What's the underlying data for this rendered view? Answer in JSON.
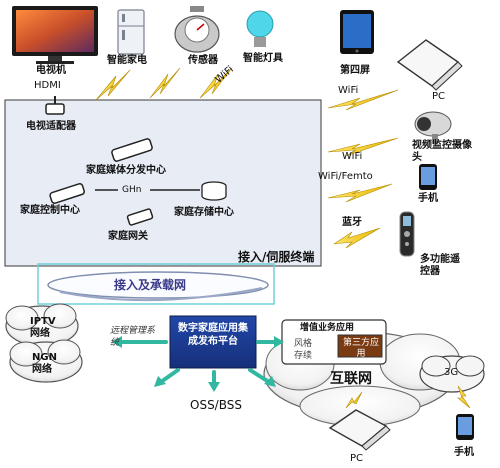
{
  "top_devices": {
    "tv": "电视机",
    "hdmi": "HDMI",
    "smart_appliance": "智能家电",
    "sensor": "传感器",
    "smart_light": "智能灯具",
    "wifi_top": "WiFi"
  },
  "terminal_box": {
    "tv_adapter": "电视适配器",
    "media_center": "家庭媒体分发中心",
    "control_center": "家庭控制中心",
    "ghn": "GHn",
    "storage_center": "家庭存储中心",
    "gateway": "家庭网关",
    "title": "接入/伺服终端"
  },
  "right_devices": {
    "fourth_screen": "第四屏",
    "wifi1": "WiFi",
    "pc_top": "PC",
    "wifi2": "WiFi",
    "camera": "视频监控摄像头",
    "wifi_femto": "WiFi/Femto",
    "phone_right": "手机",
    "bluetooth": "蓝牙",
    "remote": "多功能遥控器"
  },
  "access_network": {
    "label": "接入及承载网"
  },
  "bottom": {
    "iptv": "IPTV网络",
    "ngn": "NGN网络",
    "remote_mgmt": "远程管理系统",
    "platform": "数字家庭应用集成发布平台",
    "oss_bss": "OSS/BSS",
    "vas_title": "增值业务应用",
    "style": "风格",
    "inherit": "存续",
    "third_party": "第三方应用",
    "internet": "互联网",
    "g3": "3G",
    "pc_bottom": "PC",
    "phone_bottom": "手机"
  }
}
